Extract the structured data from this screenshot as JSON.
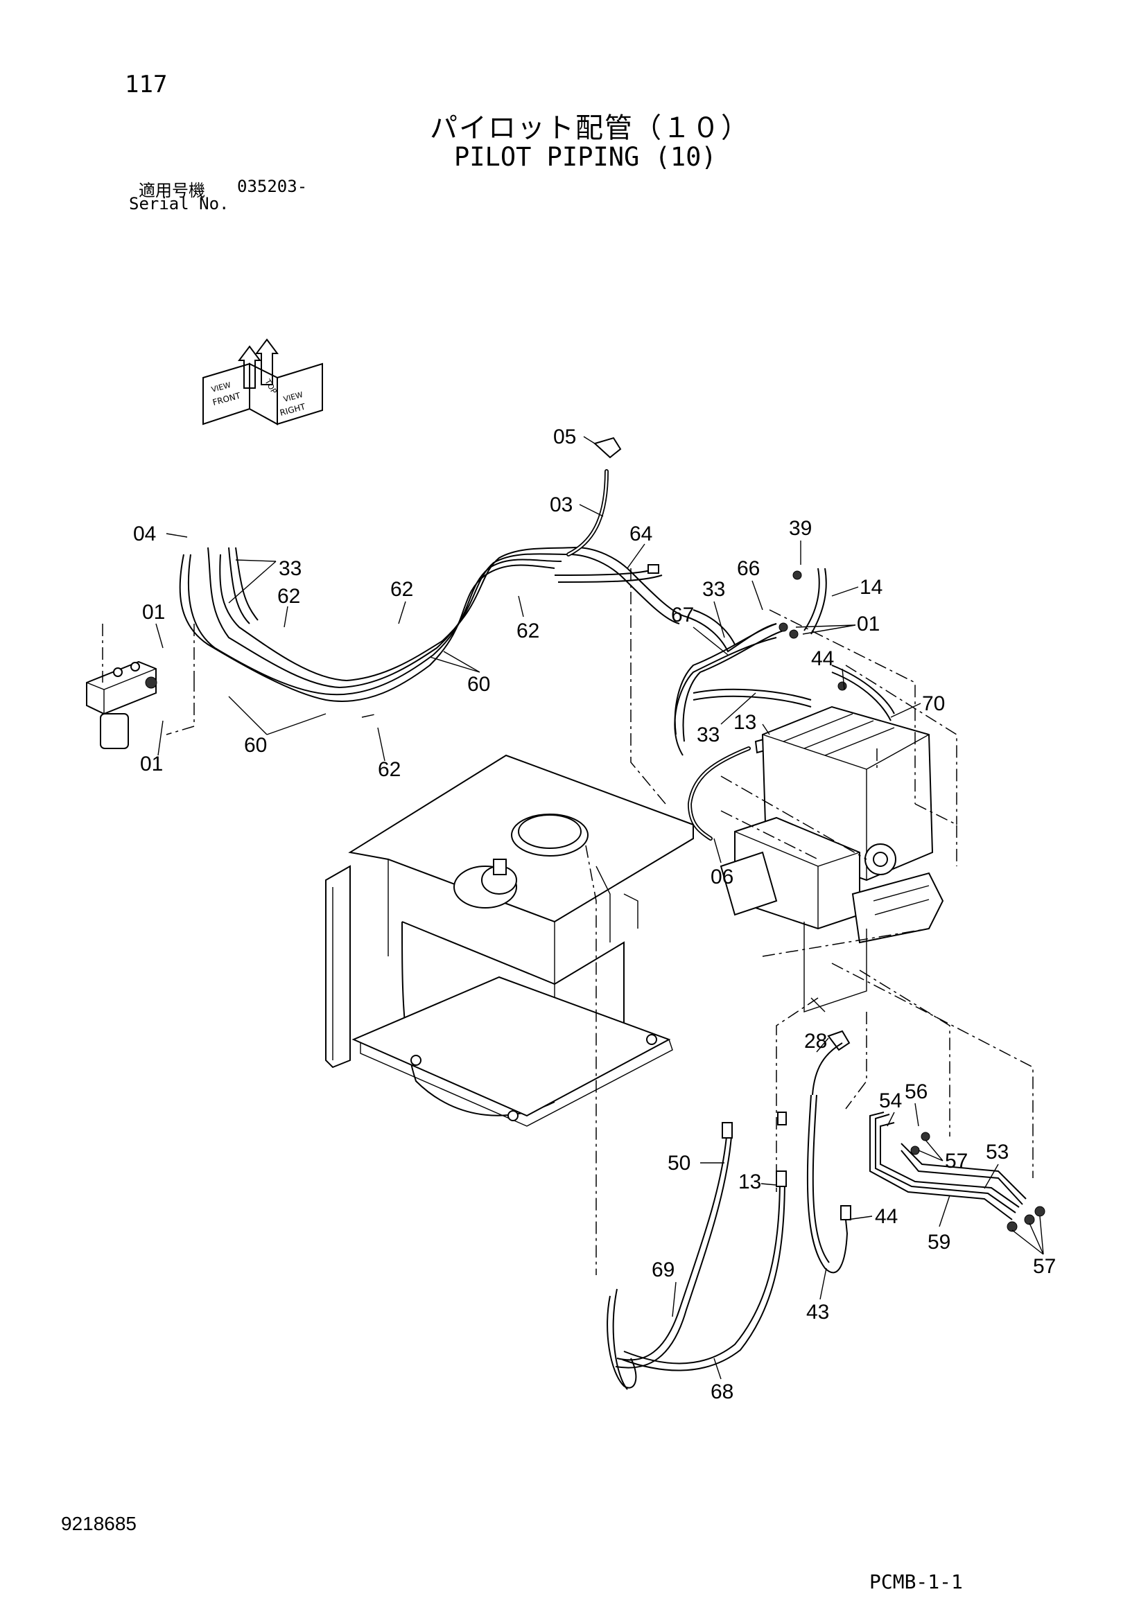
{
  "header": {
    "page_number": "117",
    "title_jp": "パイロット配管（１０）",
    "title_en": "PILOT PIPING (10)",
    "serial_label_jp": "適用号機",
    "serial_value": "035203-",
    "serial_label_en": "Serial No."
  },
  "orientation_icon": {
    "labels": [
      "FRONT",
      "TOP",
      "RIGHT",
      "VIEW",
      "VIEW"
    ]
  },
  "callouts": [
    "05",
    "03",
    "04",
    "33",
    "62",
    "64",
    "39",
    "66",
    "14",
    "33",
    "67",
    "01",
    "62",
    "62",
    "01",
    "60",
    "44",
    "70",
    "60",
    "33",
    "13",
    "01",
    "62",
    "06",
    "28",
    "56",
    "54",
    "57",
    "53",
    "50",
    "13",
    "44",
    "59",
    "57",
    "69",
    "43",
    "68"
  ],
  "footer": {
    "doc_number": "9218685",
    "page_code": "PCMB-1-1"
  }
}
